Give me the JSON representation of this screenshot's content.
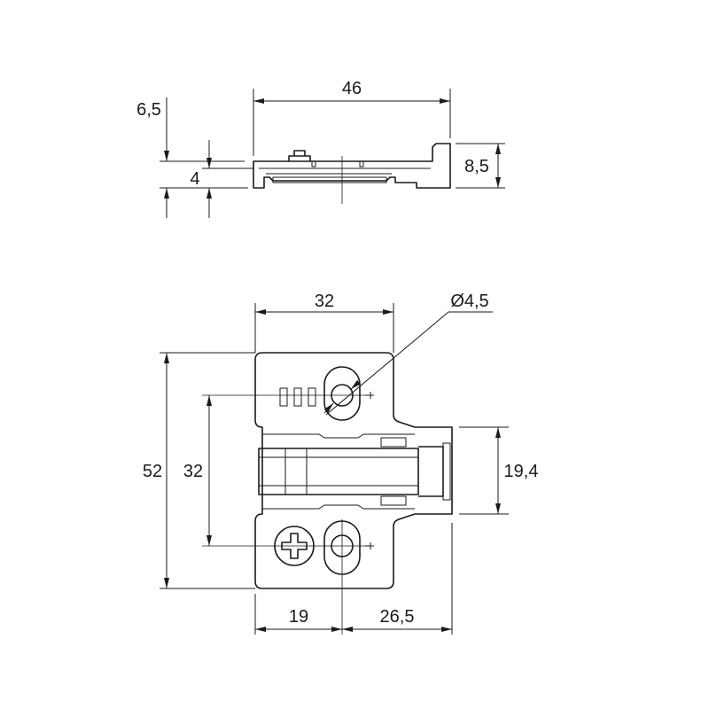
{
  "drawing": {
    "top_view": {
      "width_46": "46",
      "height_6_5": "6,5",
      "height_4": "4",
      "height_8_5": "8,5"
    },
    "front_view": {
      "width_32": "32",
      "hole_diameter": "Ø4,5",
      "height_52": "52",
      "hole_spacing_32": "32",
      "slot_19_4": "19,4",
      "offset_19": "19",
      "offset_26_5": "26,5"
    },
    "colors": {
      "line": "#1a1a1a",
      "background": "#ffffff"
    }
  }
}
